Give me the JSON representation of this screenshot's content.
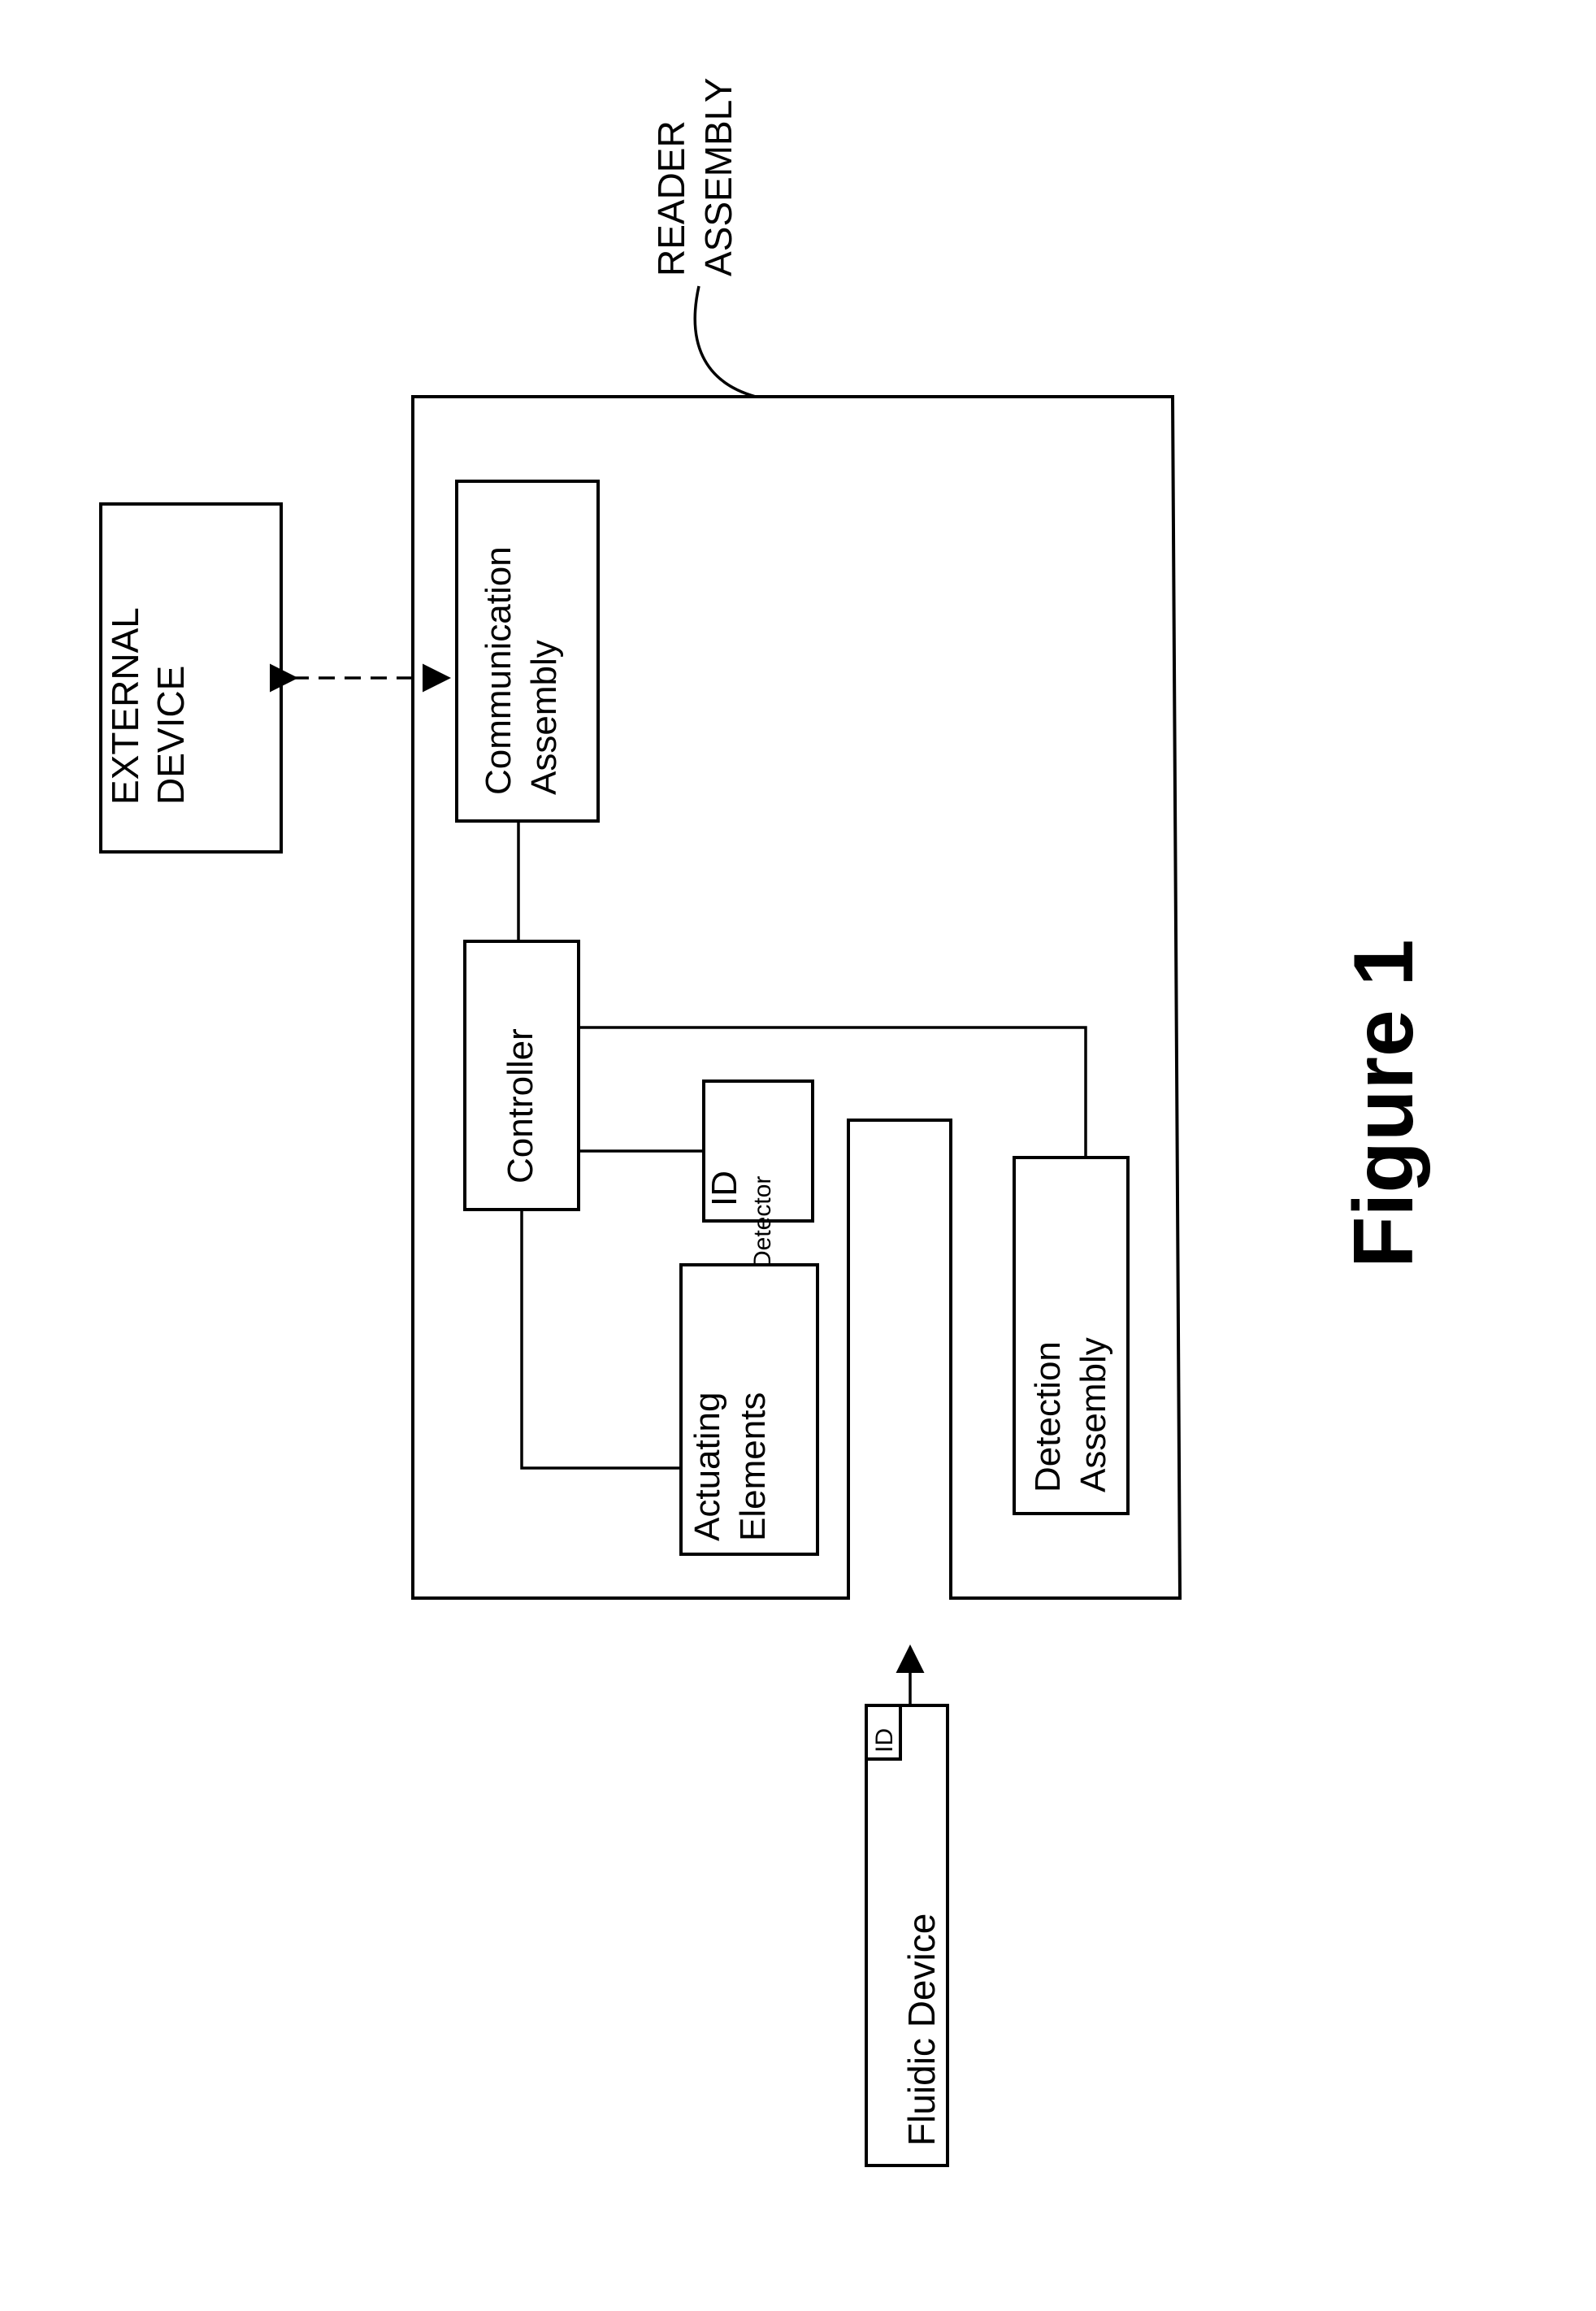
{
  "reader_assembly": {
    "line1": "READER",
    "line2": "ASSEMBLY"
  },
  "external_device": {
    "line1": "EXTERNAL",
    "line2": "DEVICE"
  },
  "communication_assembly": {
    "line1": "Communication",
    "line2": "Assembly"
  },
  "controller": {
    "label": "Controller"
  },
  "id_detector": {
    "line1": "ID",
    "line2": "Detector"
  },
  "actuating_elements": {
    "line1": "Actuating",
    "line2": "Elements"
  },
  "detection_assembly": {
    "line1": "Detection",
    "line2": "Assembly"
  },
  "fluidic_device": {
    "label": "Fluidic Device",
    "id_tag": "ID"
  },
  "figure_caption": "Figure 1"
}
